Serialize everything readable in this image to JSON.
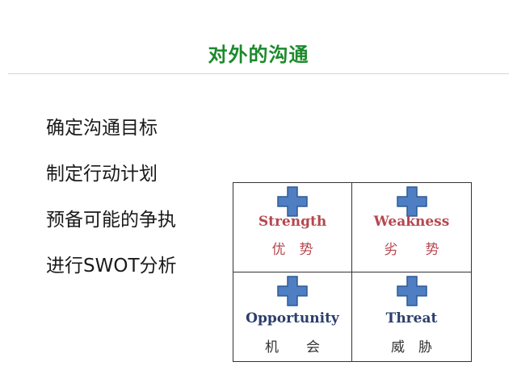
{
  "slide": {
    "title": "对外的沟通"
  },
  "bullets": [
    "确定沟通目标",
    "制定行动计划",
    "预备可能的争执",
    "进行SWOT分析"
  ],
  "swot": {
    "cells": [
      {
        "en": "Strength",
        "zh": "优　势"
      },
      {
        "en": "Weakness",
        "zh": "劣　　势"
      },
      {
        "en": "Opportunity",
        "zh": "机　　会"
      },
      {
        "en": "Threat",
        "zh": "威　胁"
      }
    ]
  },
  "colors": {
    "title": "#1c8a2c",
    "cross_fill": "#4f7fc2",
    "cross_stroke": "#2e5a95",
    "top_label": "#b5474f",
    "bottom_label": "#2b3e6b"
  },
  "icons": {
    "cross": "blue-plus-cross-icon"
  }
}
